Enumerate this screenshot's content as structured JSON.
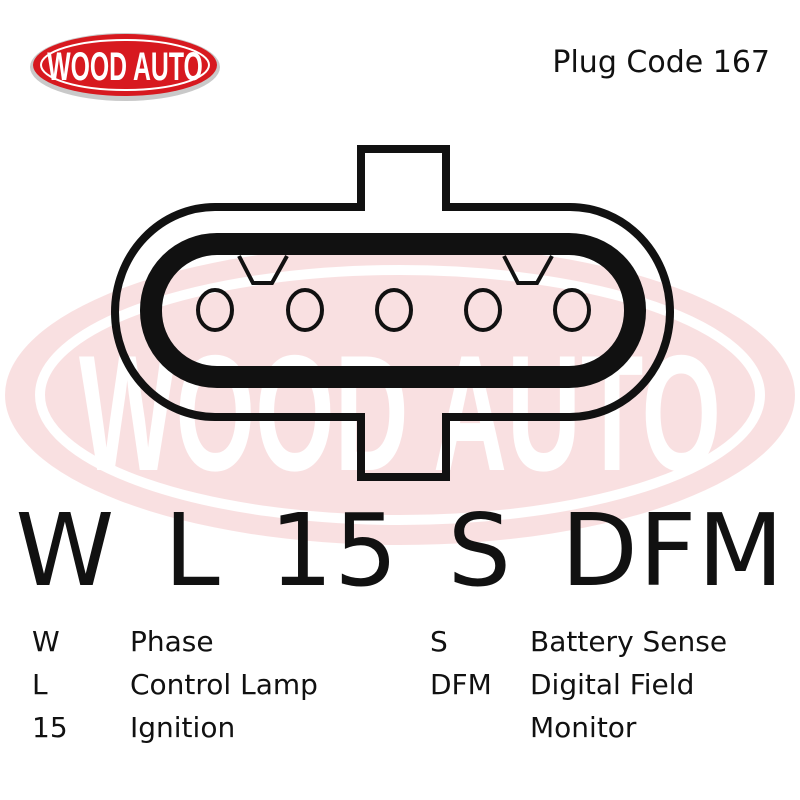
{
  "logo": {
    "text": "WOOD AUTO",
    "color": "#d7191f"
  },
  "watermark": {
    "text": "WOOD AUTO"
  },
  "title": "Plug Code 167",
  "pin_labels": [
    "W",
    "L",
    "15",
    "S",
    "DFM"
  ],
  "legend": [
    {
      "code": "W",
      "desc": "Phase"
    },
    {
      "code": "L",
      "desc": "Control Lamp"
    },
    {
      "code": "15",
      "desc": "Ignition"
    },
    {
      "code": "S",
      "desc": "Battery Sense"
    },
    {
      "code": "DFM",
      "desc": "Digital Field"
    },
    {
      "code": "",
      "desc": "Monitor"
    }
  ]
}
